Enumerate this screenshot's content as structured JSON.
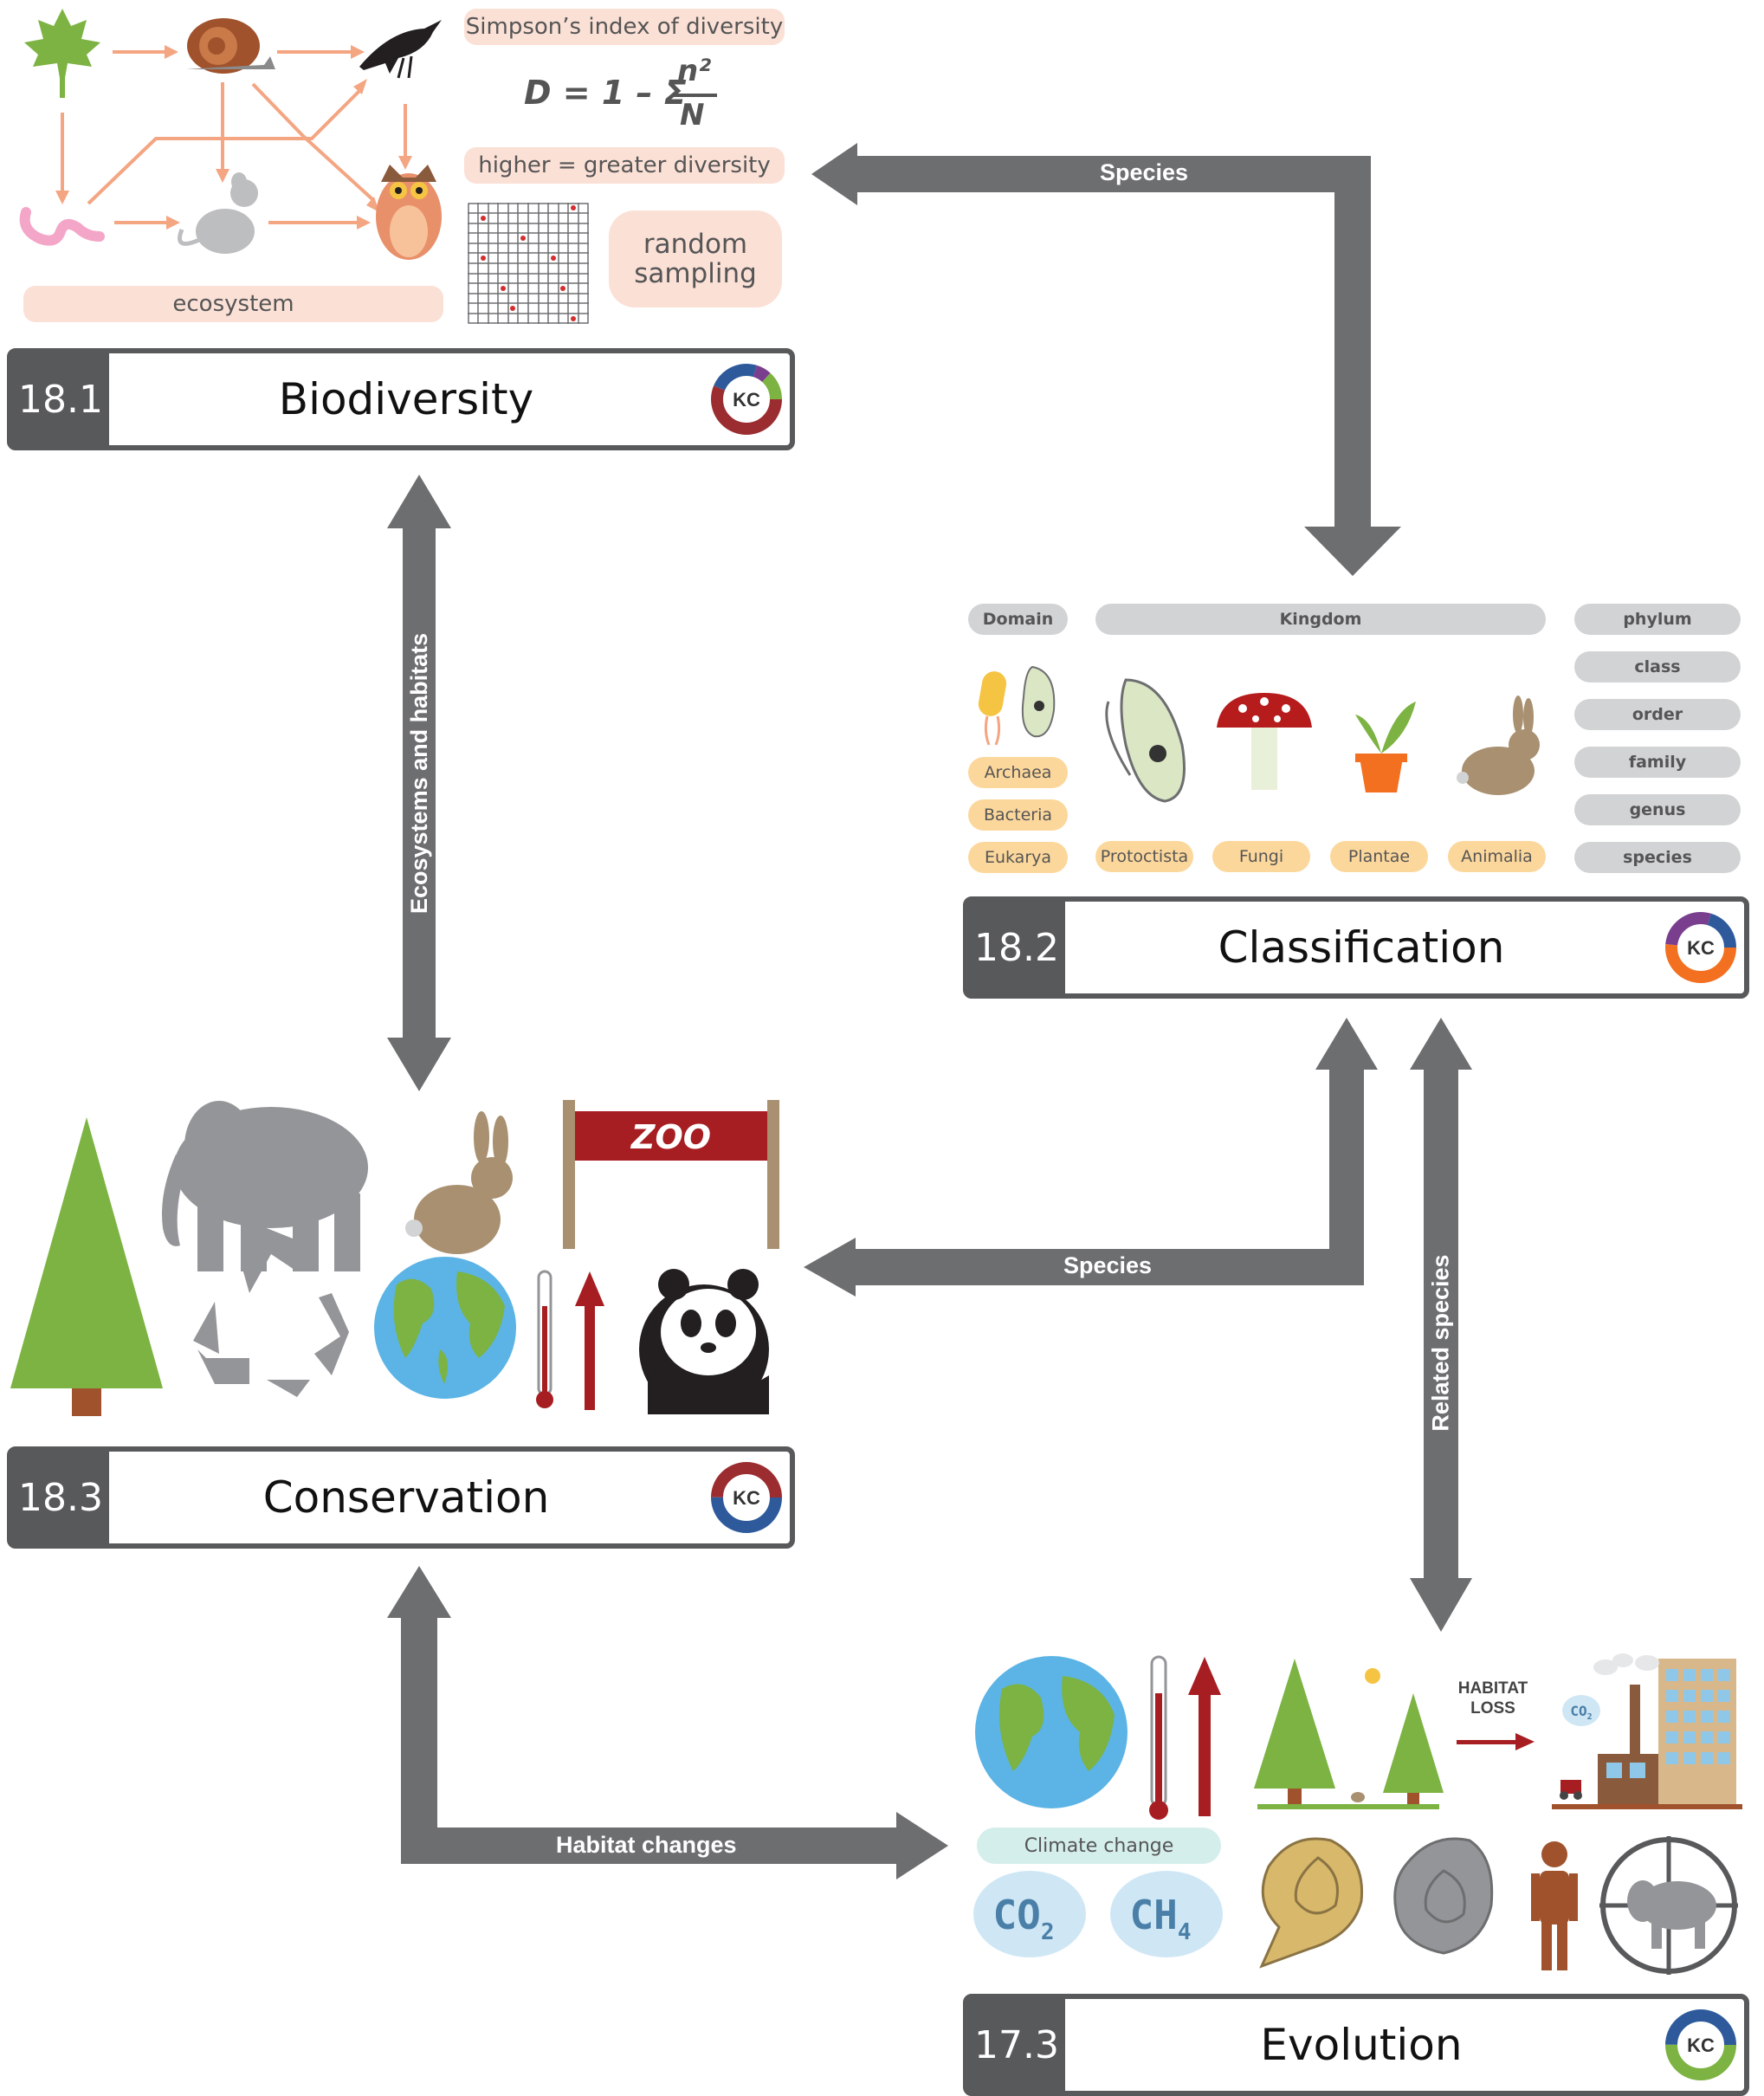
{
  "topics": {
    "biodiversity": {
      "number": "18.1",
      "title": "Biodiversity"
    },
    "classification": {
      "number": "18.2",
      "title": "Classification"
    },
    "conservation": {
      "number": "18.3",
      "title": "Conservation"
    },
    "evolution": {
      "number": "17.3",
      "title": "Evolution"
    }
  },
  "kc_label": "KC",
  "arrows": {
    "species_top": "Species",
    "species_middle": "Species",
    "ecosystems": "Ecosystems and habitats",
    "related_species": "Related species",
    "habitat_changes": "Habitat changes"
  },
  "biodiversity_panel": {
    "simpson": "Simpson’s index of diversity",
    "formula_left": "D = 1 – Σ",
    "formula_num": "n²",
    "formula_den": "N",
    "higher": "higher = greater diversity",
    "random_sampling": "random sampling",
    "ecosystem": "ecosystem"
  },
  "classification_panel": {
    "domain_header": "Domain",
    "kingdom_header": "Kingdom",
    "domains": [
      "Archaea",
      "Bacteria",
      "Eukarya"
    ],
    "kingdoms": [
      "Protoctista",
      "Fungi",
      "Plantae",
      "Animalia"
    ],
    "ranks": [
      "phylum",
      "class",
      "order",
      "family",
      "genus",
      "species"
    ]
  },
  "conservation_panel": {
    "zoo_sign": "ZOO"
  },
  "evolution_panel": {
    "climate_change": "Climate change",
    "habitat_loss_1": "HABITAT",
    "habitat_loss_2": "LOSS",
    "co2": "CO",
    "co2_sub": "2",
    "ch4": "CH",
    "ch4_sub": "4",
    "factory_co2": "CO",
    "factory_co2_sub": "2"
  },
  "colors": {
    "arrow": "#6d6e70",
    "topic_dark": "#58595b",
    "pink_label": "#fbe0d6",
    "grey_label": "#d1d3d4",
    "orange_label": "#fcd79b",
    "food_web_arrow": "#f4a582",
    "zoo_red": "#a71e22",
    "green": "#7cb342"
  }
}
